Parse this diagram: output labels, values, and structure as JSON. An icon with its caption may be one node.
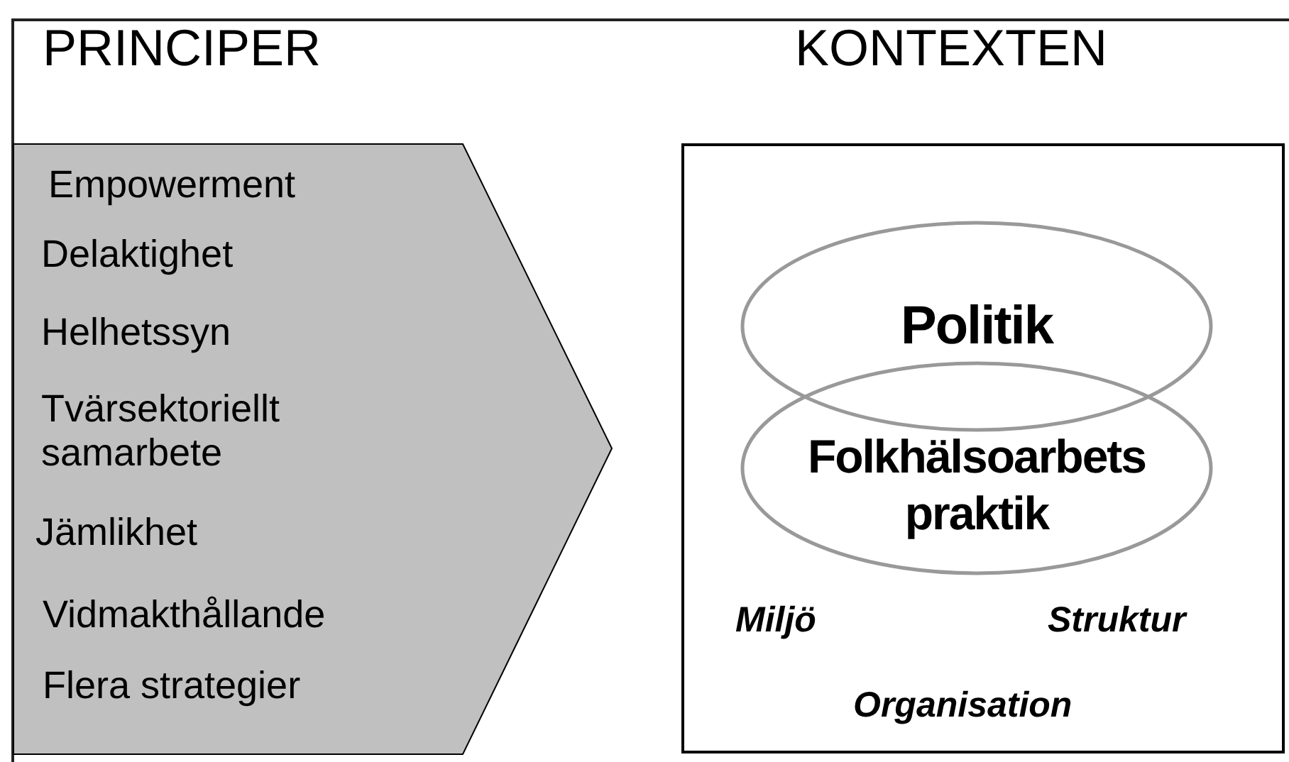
{
  "diagram": {
    "nodes": [
      {
        "text": [
          "Empowerment",
          "Delaktighet",
          "Helhetssyn",
          "Tvärsektoriellt samarbete",
          "Jämlikhet",
          "Vidmakthållande",
          "Flera strategier"
        ]
      },
      {
        "text": [],
        "shape": "box"
      },
      {
        "text": [
          "Politik"
        ],
        "in": 1
      },
      {
        "text": [
          "Folkhälsoarbets praktik"
        ],
        "in": 1
      }
    ],
    "labels": [
      "PRINCIPER",
      "KONTEXTEN",
      "Miljö",
      "Struktur",
      "Organisation"
    ]
  }
}
